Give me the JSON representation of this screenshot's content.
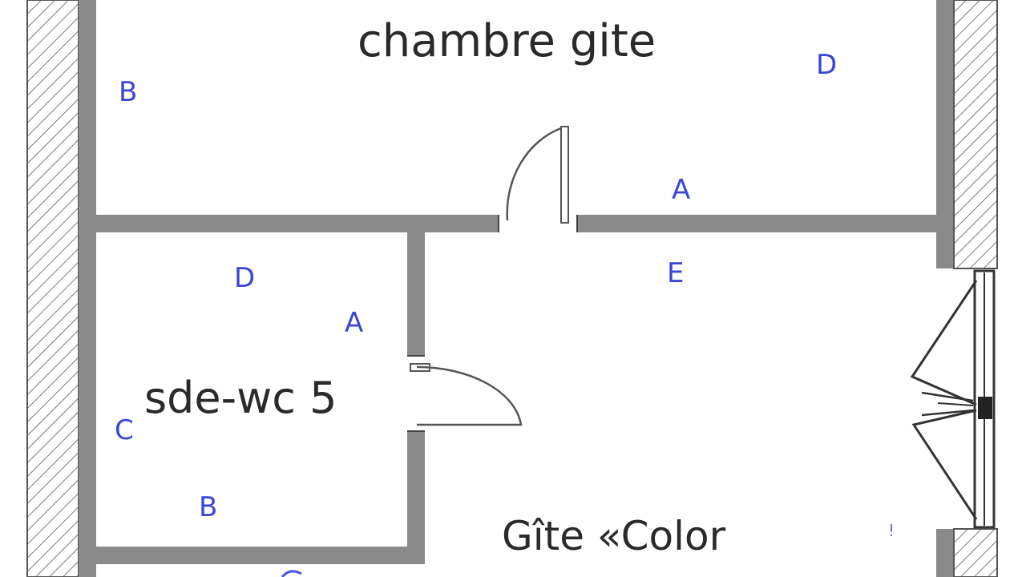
{
  "rooms": {
    "chambre": {
      "label": "chambre gite"
    },
    "sdewc": {
      "label": "sde-wc 5"
    },
    "main": {
      "label": "Gîte «Color"
    }
  },
  "wall_letters": {
    "chambre_b": "B",
    "chambre_d": "D",
    "chambre_a": "A",
    "hall_e": "E",
    "sdewc_d": "D",
    "sdewc_a": "A",
    "sdewc_c": "C",
    "sdewc_b": "B"
  },
  "marks": {
    "stray": "!"
  },
  "colors": {
    "wall": "#8a8a8a",
    "hatch": "#7a7a7a",
    "letter": "#3b46d6",
    "label": "#2a2a2a"
  }
}
